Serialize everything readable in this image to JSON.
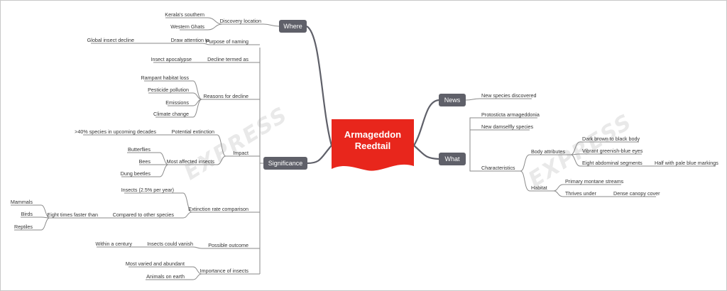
{
  "colors": {
    "central": "#e8261c",
    "topic": "#5f6069",
    "line": "#777777",
    "watermark": "#e9e9e9"
  },
  "watermark": "EXPRESS",
  "central": {
    "line1": "Armageddon",
    "line2": "Reedtail"
  },
  "where": {
    "label": "Where",
    "discovery_location": "Discovery location",
    "kerala": "Kerala's southern",
    "western_ghats": "Western Ghats"
  },
  "news": {
    "label": "News",
    "item": "New species discovered"
  },
  "what": {
    "label": "What",
    "protosticta": "Protosticta armageddonia",
    "damselfly": "New damselfly species",
    "characteristics": "Characteristics",
    "body_attributes": "Body attributes",
    "dark_brown": "Dark brown to black body",
    "eyes": "Vibrant greenish-blue eyes",
    "segments": "Eight abdominal segments",
    "markings": "Half with pale blue markings",
    "habitat": "Habitat",
    "streams": "Primary montane streams",
    "thrives": "Thrives under",
    "canopy": "Dense canopy cover"
  },
  "significance": {
    "label": "Significance",
    "purpose_naming": "Purpose of naming",
    "draw_attention": "Draw attention to",
    "global_decline": "Global insect decline",
    "decline_termed": "Decline termed as",
    "apocalypse": "Insect apocalypse",
    "reasons": "Reasons for decline",
    "habitat_loss": "Rampant habitat loss",
    "pesticide": "Pesticide pollution",
    "emissions": "Emissions",
    "climate": "Climate change",
    "impact": "Impact",
    "potential_extinction": "Potential extinction",
    "forty_pct": ">40% species in upcoming decades",
    "most_affected": "Most affected insects",
    "butterflies": "Butterflies",
    "bees": "Bees",
    "dung_beetles": "Dung beetles",
    "extinction_rate": "Extinction rate comparison",
    "insects_rate": "Insects (2.5% per year)",
    "compared": "Compared to other species",
    "eight_times": "Eight times faster than",
    "mammals": "Mammals",
    "birds": "Birds",
    "reptiles": "Reptiles",
    "possible_outcome": "Possible outcome",
    "could_vanish": "Insects could vanish",
    "within_century": "Within a century",
    "importance": "Importance of insects",
    "most_varied": "Most varied and abundant",
    "animals_earth": "Animals on earth"
  }
}
